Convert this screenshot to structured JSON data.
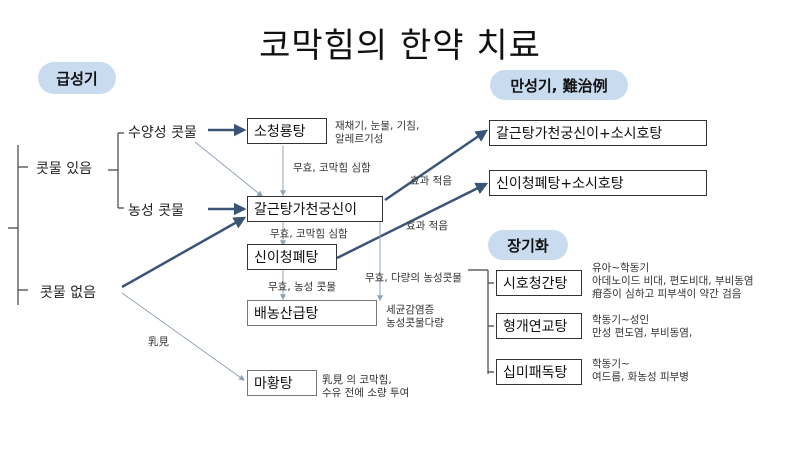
{
  "title": "코막힘의 한약 치료",
  "sections": {
    "acute": "급성기",
    "chronic": "만성기, 難治例",
    "long_term": "장기화"
  },
  "left_labels": {
    "snot_present": "콧물 있음",
    "snot_absent": "콧물 없음",
    "watery": "수양성 콧물",
    "purulent": "농성 콧물",
    "infant": "乳見"
  },
  "boxes": {
    "socheongryong": "소청룡탕",
    "galgeun_cheon": "갈근탕가천궁신이",
    "sini_cheongpye": "신이청폐탕",
    "baenong": "배농산급탕",
    "mahwang": "마황탕",
    "galgeun_sosiho": "갈근탕가천궁신이+소시호탕",
    "sini_sosiho": "신이청폐탕+소시호탕",
    "sihocheonggan": "시호청간탕",
    "hyeonggae": "형개연교탕",
    "sipmi": "십미패독탕"
  },
  "notes": {
    "socheongryong_note": [
      "재채기, 눈물, 기침,",
      "알레르기성"
    ],
    "no_effect_severe_1": "무효, 코막힘 심함",
    "effective_1": "효과 적음",
    "effective_2": "효과 적음",
    "no_effect_severe_2": "무효, 코막힘 심함",
    "no_effect_purulent": "무효, 농성 콧물",
    "no_effect_many": "무효, 다량의 농성콧물",
    "sinusitis": [
      "세균감염증",
      "농성콧물다량"
    ],
    "infant_note": [
      "乳見 의 코막힘,",
      "수유 전에 소량 투여"
    ],
    "sihocheonggan_note": [
      "유아~학동기",
      "아데노이드 비대, 편도비대, 부비동염",
      "疳증이 심하고 피부색이 약간 검음"
    ],
    "hyeonggae_note": [
      "학동기~성인",
      "만성 편도염, 부비동염,"
    ],
    "sipmi_note": [
      "학동기~",
      "여드름, 화농성 피부병"
    ]
  }
}
